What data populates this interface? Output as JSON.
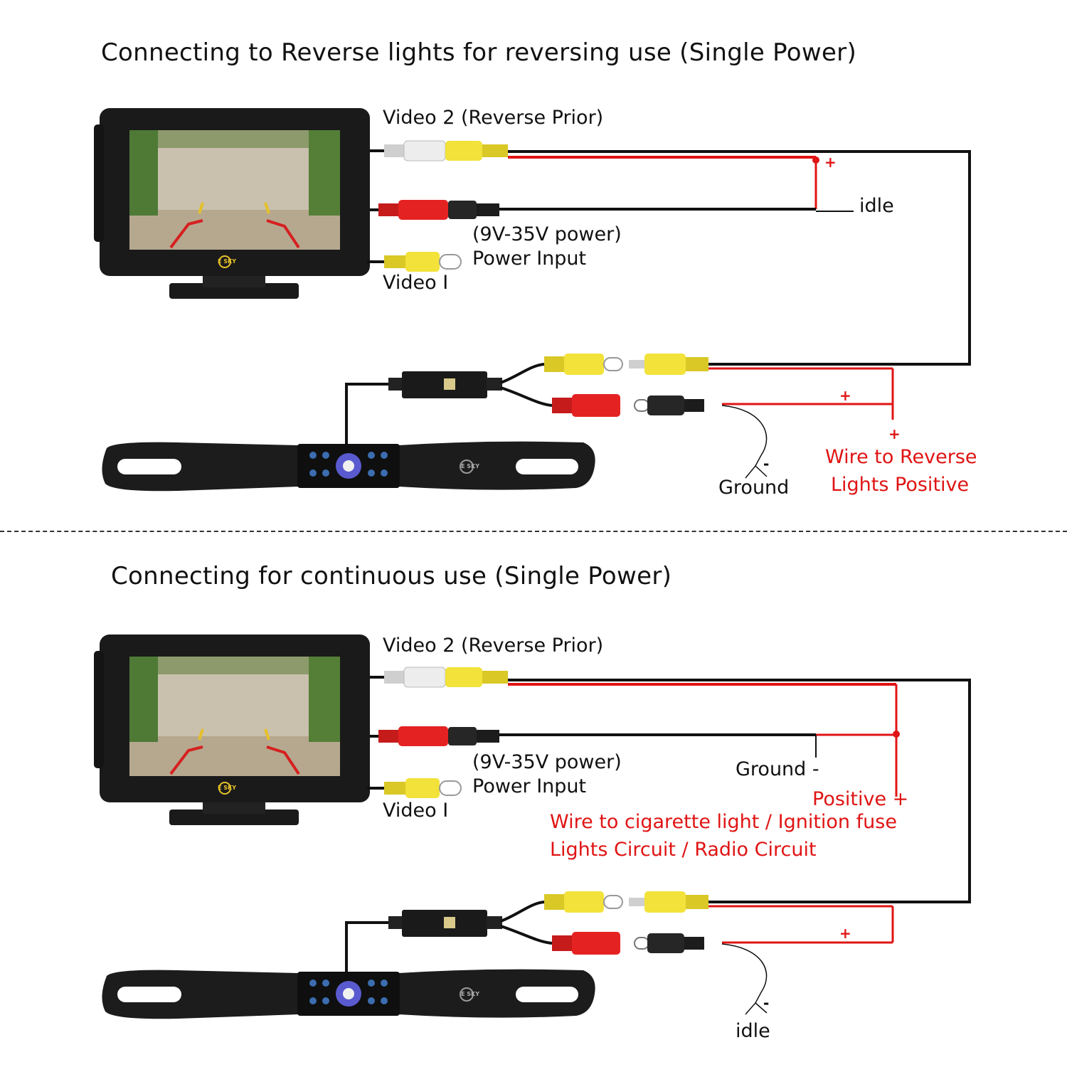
{
  "colors": {
    "wire_red": "#e01414",
    "wire_black": "#111111",
    "rca_yellow": "#f2e23a",
    "rca_red": "#e52222",
    "rca_white": "#ededed",
    "device_black": "#1a1a1a"
  },
  "brand": {
    "logo": "E SKY"
  },
  "top": {
    "title": "Connecting to Reverse lights for reversing use (Single Power)",
    "video2": "Video 2 (Reverse Prior)",
    "power_voltage": "(9V-35V power)",
    "power_input": "Power Input",
    "video1": "Video I",
    "idle": "idle",
    "plus_monitor": "+",
    "plus_camera": "+",
    "plus_reverse": "+",
    "minus": "-",
    "ground": "Ground",
    "reverse_line1": "Wire to Reverse",
    "reverse_line2": "Lights Positive"
  },
  "bottom": {
    "title": "Connecting for continuous use (Single Power)",
    "video2": "Video 2 (Reverse Prior)",
    "power_voltage": "(9V-35V power)",
    "power_input": "Power Input",
    "video1": "Video I",
    "ground": "Ground -",
    "positive": "Positive +",
    "fuse_line1": "Wire to cigarette light / Ignition fuse",
    "fuse_line2": "Lights Circuit / Radio Circuit",
    "plus_camera": "+",
    "minus": "-",
    "idle": "idle"
  }
}
